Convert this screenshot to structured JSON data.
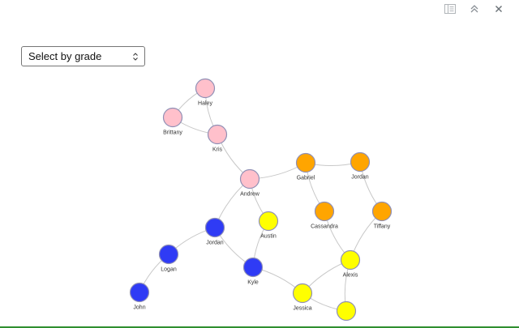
{
  "select": {
    "label": "Select by grade"
  },
  "graph": {
    "colors": {
      "pink": "#ffc0cb",
      "orange": "#ffa500",
      "yellow": "#ffff00",
      "blue": "#2f3bf5",
      "stroke": "#8f8fb5",
      "edge": "#c8c8c8"
    },
    "nodes": [
      {
        "id": "haley",
        "name": "Haley",
        "color": "pink"
      },
      {
        "id": "brittany",
        "name": "Brittany",
        "color": "pink"
      },
      {
        "id": "kris",
        "name": "Kris",
        "color": "pink"
      },
      {
        "id": "andrew",
        "name": "Andrew",
        "color": "pink"
      },
      {
        "id": "gabriel",
        "name": "Gabriel",
        "color": "orange"
      },
      {
        "id": "jordan-o",
        "name": "Jordan",
        "color": "orange"
      },
      {
        "id": "cassandra",
        "name": "Cassandra",
        "color": "orange"
      },
      {
        "id": "tiffany",
        "name": "Tiffany",
        "color": "orange"
      },
      {
        "id": "austin",
        "name": "Austin",
        "color": "yellow"
      },
      {
        "id": "alexis",
        "name": "Alexis",
        "color": "yellow"
      },
      {
        "id": "jessica",
        "name": "Jessica",
        "color": "yellow"
      },
      {
        "id": "unnamed",
        "name": "",
        "color": "yellow"
      },
      {
        "id": "jordan-b",
        "name": "Jordan",
        "color": "blue"
      },
      {
        "id": "logan",
        "name": "Logan",
        "color": "blue"
      },
      {
        "id": "kyle",
        "name": "Kyle",
        "color": "blue"
      },
      {
        "id": "john",
        "name": "John",
        "color": "blue"
      }
    ],
    "edges": [
      [
        "haley",
        "brittany"
      ],
      [
        "haley",
        "kris"
      ],
      [
        "brittany",
        "kris"
      ],
      [
        "kris",
        "andrew"
      ],
      [
        "andrew",
        "gabriel"
      ],
      [
        "andrew",
        "austin"
      ],
      [
        "andrew",
        "jordan-b"
      ],
      [
        "gabriel",
        "jordan-o"
      ],
      [
        "gabriel",
        "cassandra"
      ],
      [
        "jordan-o",
        "tiffany"
      ],
      [
        "cassandra",
        "alexis"
      ],
      [
        "tiffany",
        "alexis"
      ],
      [
        "austin",
        "kyle"
      ],
      [
        "alexis",
        "jessica"
      ],
      [
        "alexis",
        "unnamed"
      ],
      [
        "jessica",
        "unnamed"
      ],
      [
        "jessica",
        "kyle"
      ],
      [
        "jordan-b",
        "kyle"
      ],
      [
        "jordan-b",
        "logan"
      ],
      [
        "logan",
        "john"
      ]
    ]
  }
}
